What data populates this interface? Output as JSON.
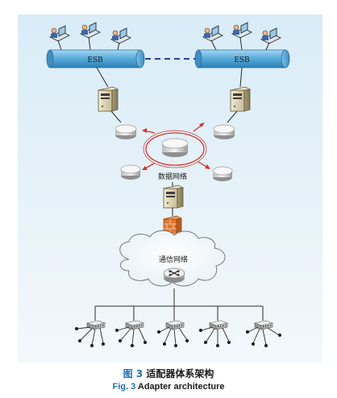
{
  "diagram": {
    "bus_left_label": "ESB",
    "bus_right_label": "ESB",
    "data_network_label": "数据网络",
    "comm_network_label": "通信网络"
  },
  "caption": {
    "zh_number": "图 3",
    "zh_title": "适配器体系架构",
    "en_number": "Fig. 3",
    "en_title": "Adapter architecture"
  },
  "colors": {
    "panel_bg": "#e5f1f8",
    "bus_fill": "#6fb7df",
    "bus_dash": "#2b3e9a",
    "orbit": "#d9312e",
    "caption_accent": "#1f6fb8",
    "firewall": "#e0782e"
  }
}
